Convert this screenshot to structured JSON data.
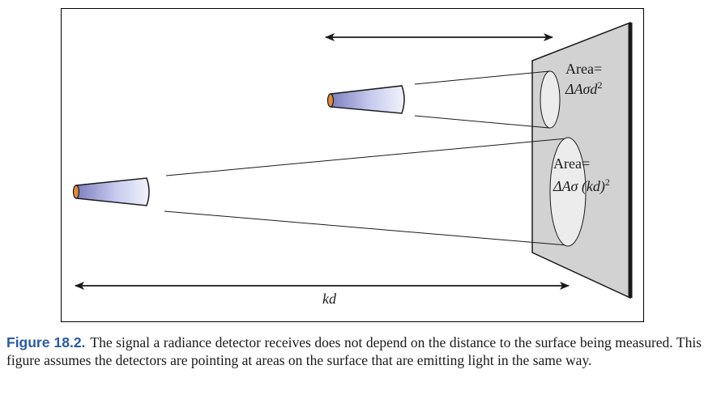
{
  "labels": {
    "area_small_line1": "Area=",
    "area_small_line2": "ΔAσd",
    "area_small_exp": "2",
    "area_large_line1": "Area=",
    "area_large_line2": "ΔAσ (kd)",
    "area_large_exp": "2",
    "distance": "kd"
  },
  "caption": {
    "figure_number": "Figure 18.2.",
    "text": "The signal a radiance detector receives does not depend on the distance to the surface being measured. This figure assumes the detectors are pointing at areas on the surface that are emitting light in the same way."
  },
  "colors": {
    "surface_fill": "#d2d2d2",
    "surface_edge": "#1a1a1a",
    "detector_tip": "#e08a3a",
    "detector_body_light": "#eef0fb",
    "detector_body_dark": "#7c7fbf",
    "caption_figure_number": "#2a5aa6"
  }
}
